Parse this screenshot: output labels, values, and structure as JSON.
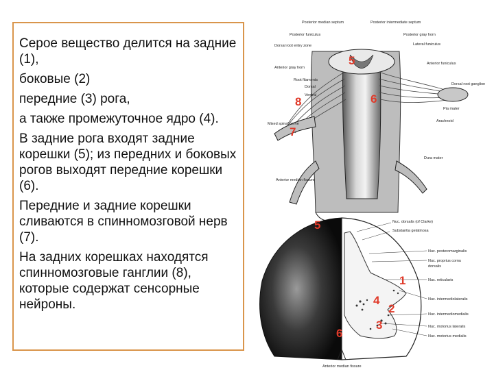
{
  "text": {
    "p1": "Серое вещество делится на задние (1),",
    "p2": "боковые (2)",
    "p3": "передние (3) рога,",
    "p4": "а также промежуточное ядро (4).",
    "p5": "В задние рога входят задние корешки (5); из передних и боковых рогов выходят передние корешки (6).",
    "p6": "Передние и задние корешки сливаются в спинномозговой нерв (7).",
    "p7": "На задних корешках находятся спинномозговые ганглии (8), которые содержат сенсорные нейроны."
  },
  "top_figure": {
    "labels": {
      "posterior_median_septum": "Posterior median septum",
      "posterior_intermediate_septum": "Posterior intermediate septum",
      "posterior_funiculus": "Posterior funiculus",
      "posterior_gray_horn": "Posterior gray horn",
      "dorsal_root_entry_zone": "Dorsal root entry zone",
      "lateral_funiculus": "Lateral funiculus",
      "anterior_gray_horn": "Anterior gray horn",
      "anterior_funiculus": "Anterior funiculus",
      "root_filaments": "Root filaments",
      "dorsal": "Dorsal",
      "ventral": "Ventral",
      "dorsal_root_ganglion": "Dorsal root ganglion",
      "pia_mater": "Pia mater",
      "arachnoid": "Arachnoid",
      "mixed_spinal_nerve": "Mixed spinal nerve",
      "dura_mater": "Dura mater",
      "anterior_median_fissure": "Anterior median fissure"
    },
    "numbers": {
      "n5": "5",
      "n6": "6",
      "n7": "7",
      "n8": "8"
    }
  },
  "bottom_figure": {
    "labels": {
      "nuc_dorsalis": "Nuc. dorsalis (of Clarke)",
      "substantia_gelatinosa": "Substantia gelatinosa",
      "nuc_posteromarginalis": "Nuc. posteromarginalis",
      "nuc_proprius_cornu": "Nuc. proprius cornu",
      "nuc_proprius_cornu2": "dorsalis",
      "nuc_reticularis": "Nuc. reticularis",
      "nuc_intermediolateralis": "Nuc. intermediolateralis",
      "nuc_intermediomedialis": "Nuc. intermediomedialis",
      "nuc_motorius_lateralis": "Nuc. motorius lateralis",
      "nuc_motorius_medialis": "Nuc. motorius medialis",
      "anterior_median_fissure": "Anterior median fissure"
    },
    "numbers": {
      "n1": "1",
      "n2": "2",
      "n3": "3",
      "n4": "4",
      "n5": "5",
      "n6": "6"
    }
  },
  "colors": {
    "border": "#d9954b",
    "number": "#e03a2a"
  }
}
